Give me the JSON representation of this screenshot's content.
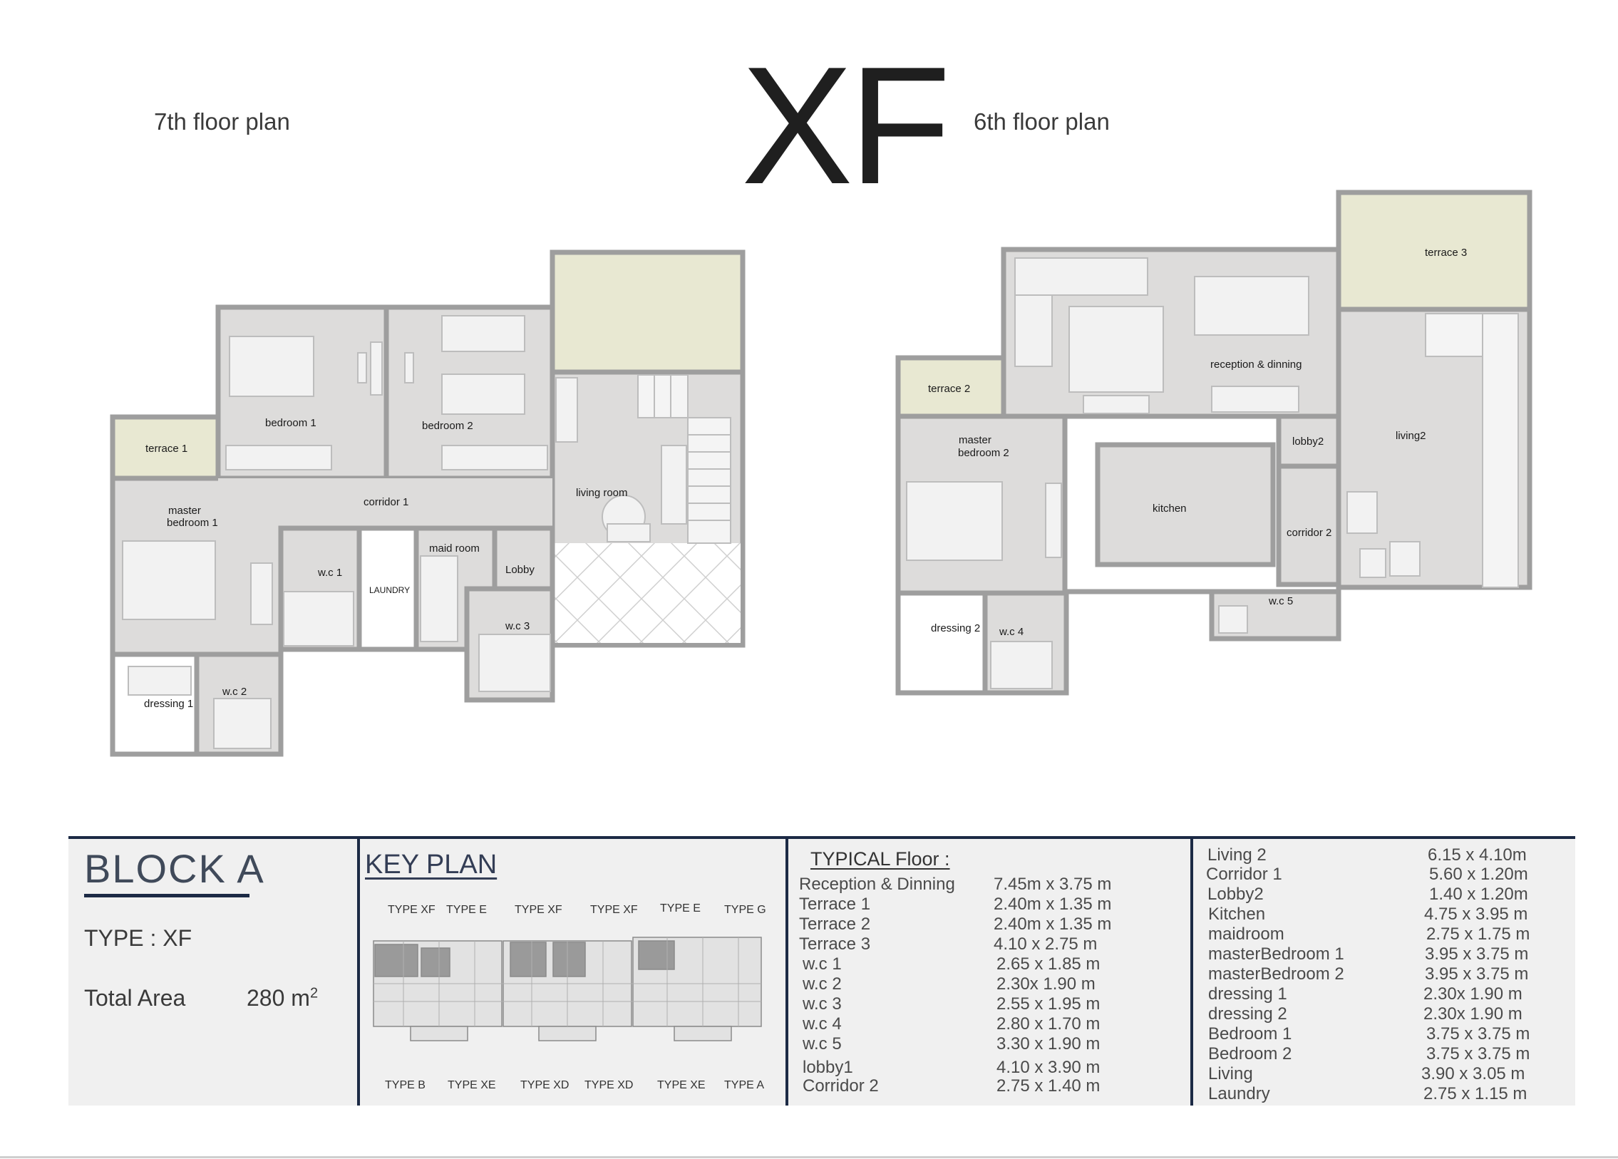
{
  "title": "XF",
  "captions": {
    "left": "7th floor plan",
    "right": "6th floor plan"
  },
  "colors": {
    "wall": "#9e9e9e",
    "floor": "#dddcdb",
    "terrace": "#e8e8d2",
    "navy": "#1c2a45"
  },
  "plan7": {
    "rooms": [
      "terrace 1",
      "bedroom 1",
      "bedroom 2",
      "master",
      "bedroom 1",
      "corridor 1",
      "living room",
      "w.c 1",
      "LAUNDRY",
      "maid room",
      "Lobby",
      "w.c 3",
      "w.c 2",
      "dressing 1"
    ]
  },
  "plan6": {
    "rooms": [
      "terrace 3",
      "reception & dinning",
      "terrace 2",
      "master",
      "bedroom 2",
      "lobby2",
      "living2",
      "kitchen",
      "corridor 2",
      "w.c 5",
      "dressing 2",
      "w.c 4"
    ]
  },
  "block": {
    "title": "BLOCK  A",
    "type": "TYPE : XF",
    "area_label": "Total Area",
    "area_value": "280 m",
    "area_unit_sup": "2"
  },
  "key_plan": {
    "title": "KEY PLAN",
    "top_labels": [
      "TYPE XF",
      "TYPE E",
      "TYPE XF",
      "TYPE XF",
      "TYPE E",
      "TYPE G"
    ],
    "bottom_labels": [
      "TYPE B",
      "TYPE XE",
      "TYPE XD",
      "TYPE XD",
      "TYPE XE",
      "TYPE A"
    ]
  },
  "typical": {
    "title": "TYPICAL Floor :",
    "rows": [
      {
        "name": "Reception  & Dinning",
        "value": "7.45m x 3.75 m"
      },
      {
        "name": "Terrace 1",
        "value": "2.40m x 1.35 m"
      },
      {
        "name": "Terrace 2",
        "value": "2.40m x 1.35 m"
      },
      {
        "name": "Terrace 3",
        "value": "4.10 x 2.75 m"
      },
      {
        "name": "w.c 1",
        "value": "2.65 x 1.85 m"
      },
      {
        "name": "w.c 2",
        "value": "2.30x 1.90 m"
      },
      {
        "name": "w.c 3",
        "value": "2.55 x 1.95 m"
      },
      {
        "name": "w.c 4",
        "value": "2.80 x 1.70 m"
      },
      {
        "name": "w.c 5",
        "value": "3.30 x 1.90 m"
      },
      {
        "name": "lobby1",
        "value": "4.10 x 3.90 m"
      },
      {
        "name": "Corridor 2",
        "value": "2.75 x 1.40 m"
      }
    ]
  },
  "specs_right": {
    "rows": [
      {
        "name": "Living 2",
        "value": "6.15 x 4.10m"
      },
      {
        "name": "Corridor 1",
        "value": "5.60 x 1.20m"
      },
      {
        "name": "Lobby2",
        "value": "1.40 x 1.20m"
      },
      {
        "name": "Kitchen",
        "value": "4.75 x 3.95 m"
      },
      {
        "name": "maidroom",
        "value": "2.75 x 1.75 m"
      },
      {
        "name": "masterBedroom  1",
        "value": "3.95 x 3.75 m"
      },
      {
        "name": "masterBedroom  2",
        "value": "3.95 x 3.75 m"
      },
      {
        "name": "dressing  1",
        "value": "2.30x 1.90 m"
      },
      {
        "name": "dressing  2",
        "value": "2.30x 1.90 m"
      },
      {
        "name": "Bedroom 1",
        "value": "3.75 x 3.75 m"
      },
      {
        "name": "Bedroom 2",
        "value": "3.75 x 3.75 m"
      },
      {
        "name": "Living",
        "value": "3.90 x 3.05 m"
      },
      {
        "name": "Laundry",
        "value": "2.75 x 1.15 m"
      }
    ]
  }
}
